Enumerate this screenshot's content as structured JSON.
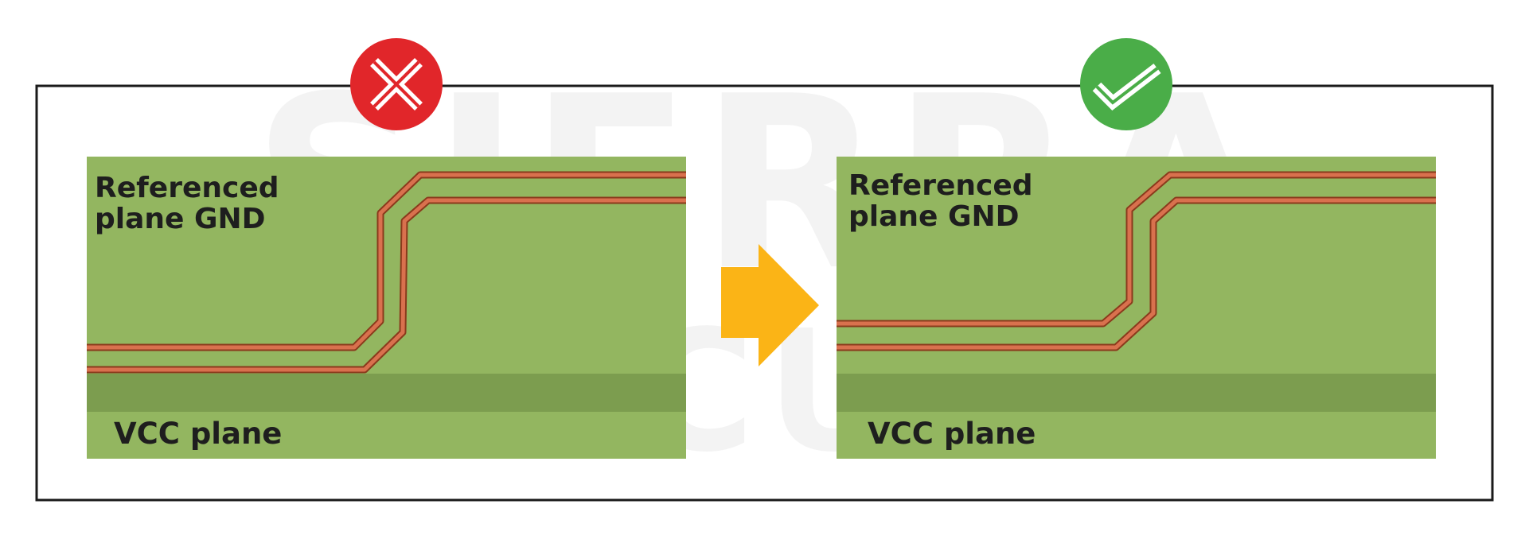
{
  "colors": {
    "board": "#8fb45b",
    "vcc_strip": "#7a9c4e",
    "trace_edge": "#8a3a1c",
    "trace_fill": "#d9714e",
    "arrow": "#fbb416",
    "bad": "#e1262a",
    "good": "#4aad48",
    "frame": "#1a1a1a",
    "watermark": "#f3f3f3"
  },
  "watermark": {
    "line1": "SIERRA",
    "line2": "CIRCUITS"
  },
  "left_panel": {
    "status_icon": "cross-icon",
    "gnd_line1": "Referenced",
    "gnd_line2": "plane GND",
    "vcc_label": "VCC plane"
  },
  "right_panel": {
    "status_icon": "check-icon",
    "gnd_line1": "Referenced",
    "gnd_line2": "plane GND",
    "vcc_label": "VCC plane"
  },
  "transition_icon": "arrow-right-icon"
}
